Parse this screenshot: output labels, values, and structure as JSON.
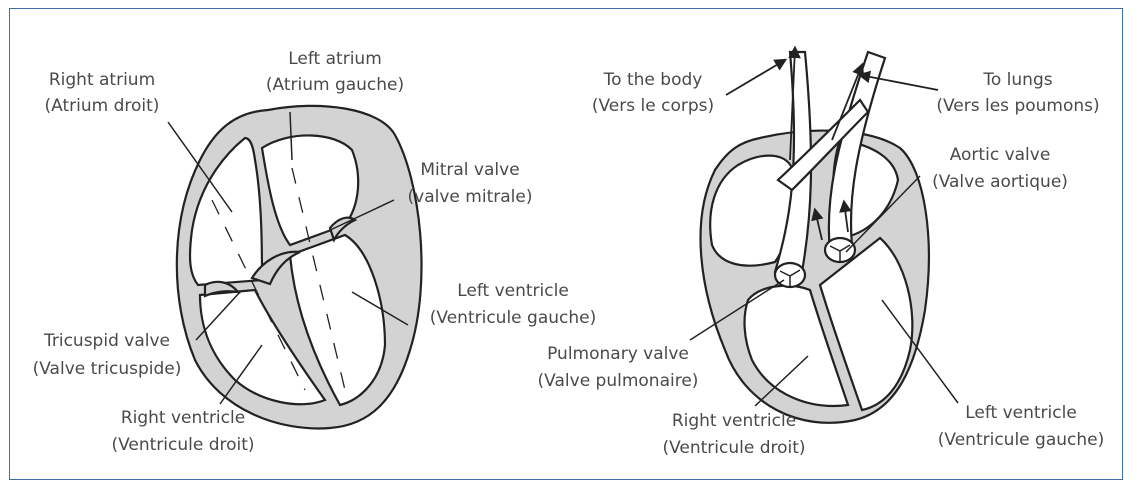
{
  "left_diagram": {
    "right_atrium": {
      "line1": "Right atrium",
      "line2": "(Atrium droit)"
    },
    "left_atrium": {
      "line1": "Left atrium",
      "line2": "(Atrium gauche)"
    },
    "mitral_valve": {
      "line1": "Mitral valve",
      "line2": "(valve mitrale)"
    },
    "left_ventricle": {
      "line1": "Left ventricle",
      "line2": "(Ventricule gauche)"
    },
    "tricuspid_valve": {
      "line1": "Tricuspid valve",
      "line2": "(Valve tricuspide)"
    },
    "right_ventricle": {
      "line1": "Right ventricle",
      "line2": "(Ventricule droit)"
    }
  },
  "right_diagram": {
    "to_body": {
      "line1": "To the body",
      "line2": "(Vers le corps)"
    },
    "to_lungs": {
      "line1": "To lungs",
      "line2": "(Vers les poumons)"
    },
    "aortic_valve": {
      "line1": "Aortic valve",
      "line2": "(Valve aortique)"
    },
    "pulmonary_valve": {
      "line1": "Pulmonary valve",
      "line2": "(Valve pulmonaire)"
    },
    "right_ventricle": {
      "line1": "Right ventricle",
      "line2": "(Ventricule droit)"
    },
    "left_ventricle": {
      "line1": "Left ventricle",
      "line2": "(Ventricule gauche)"
    }
  }
}
